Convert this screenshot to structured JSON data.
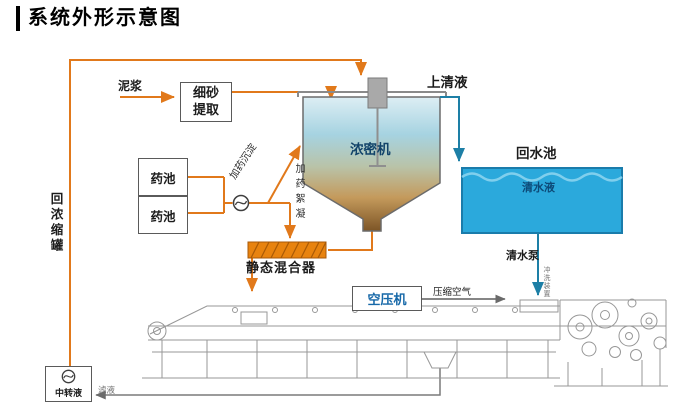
{
  "title": "系统外形示意图",
  "nodes": {
    "slurry": "泥浆",
    "fine_sand_extraction": "细砂提取",
    "supernatant": "上清液",
    "thickener": "浓密机",
    "return_water_pool": "回水池",
    "clear_water": "清水液",
    "chemical_tanks": [
      "药池",
      "药池"
    ],
    "dosing_sedimentation": "加药沉淀",
    "dosing_flocculation": "加药絮凝",
    "static_mixer": "静态混合器",
    "return_concentrate_tank": "回浓缩罐",
    "clean_water_pump": "清水泵",
    "flushing_device": "冲洗装置",
    "air_compressor": "空压机",
    "compressed_air": "压缩空气",
    "transfer_liquid": "中转液",
    "filtrate": "滤液"
  },
  "colors": {
    "flow_line": "#E1791B",
    "water_line": "#1D7FA6",
    "pool_fill": "#2BA9DC",
    "mixer_fill": "#E8830F",
    "thickener_top": "#CFE9F2",
    "thickener_bottom": "#7D5526",
    "machine_line": "#979797",
    "thickener_text": "#12436A",
    "compressor_text": "#1668A8"
  }
}
